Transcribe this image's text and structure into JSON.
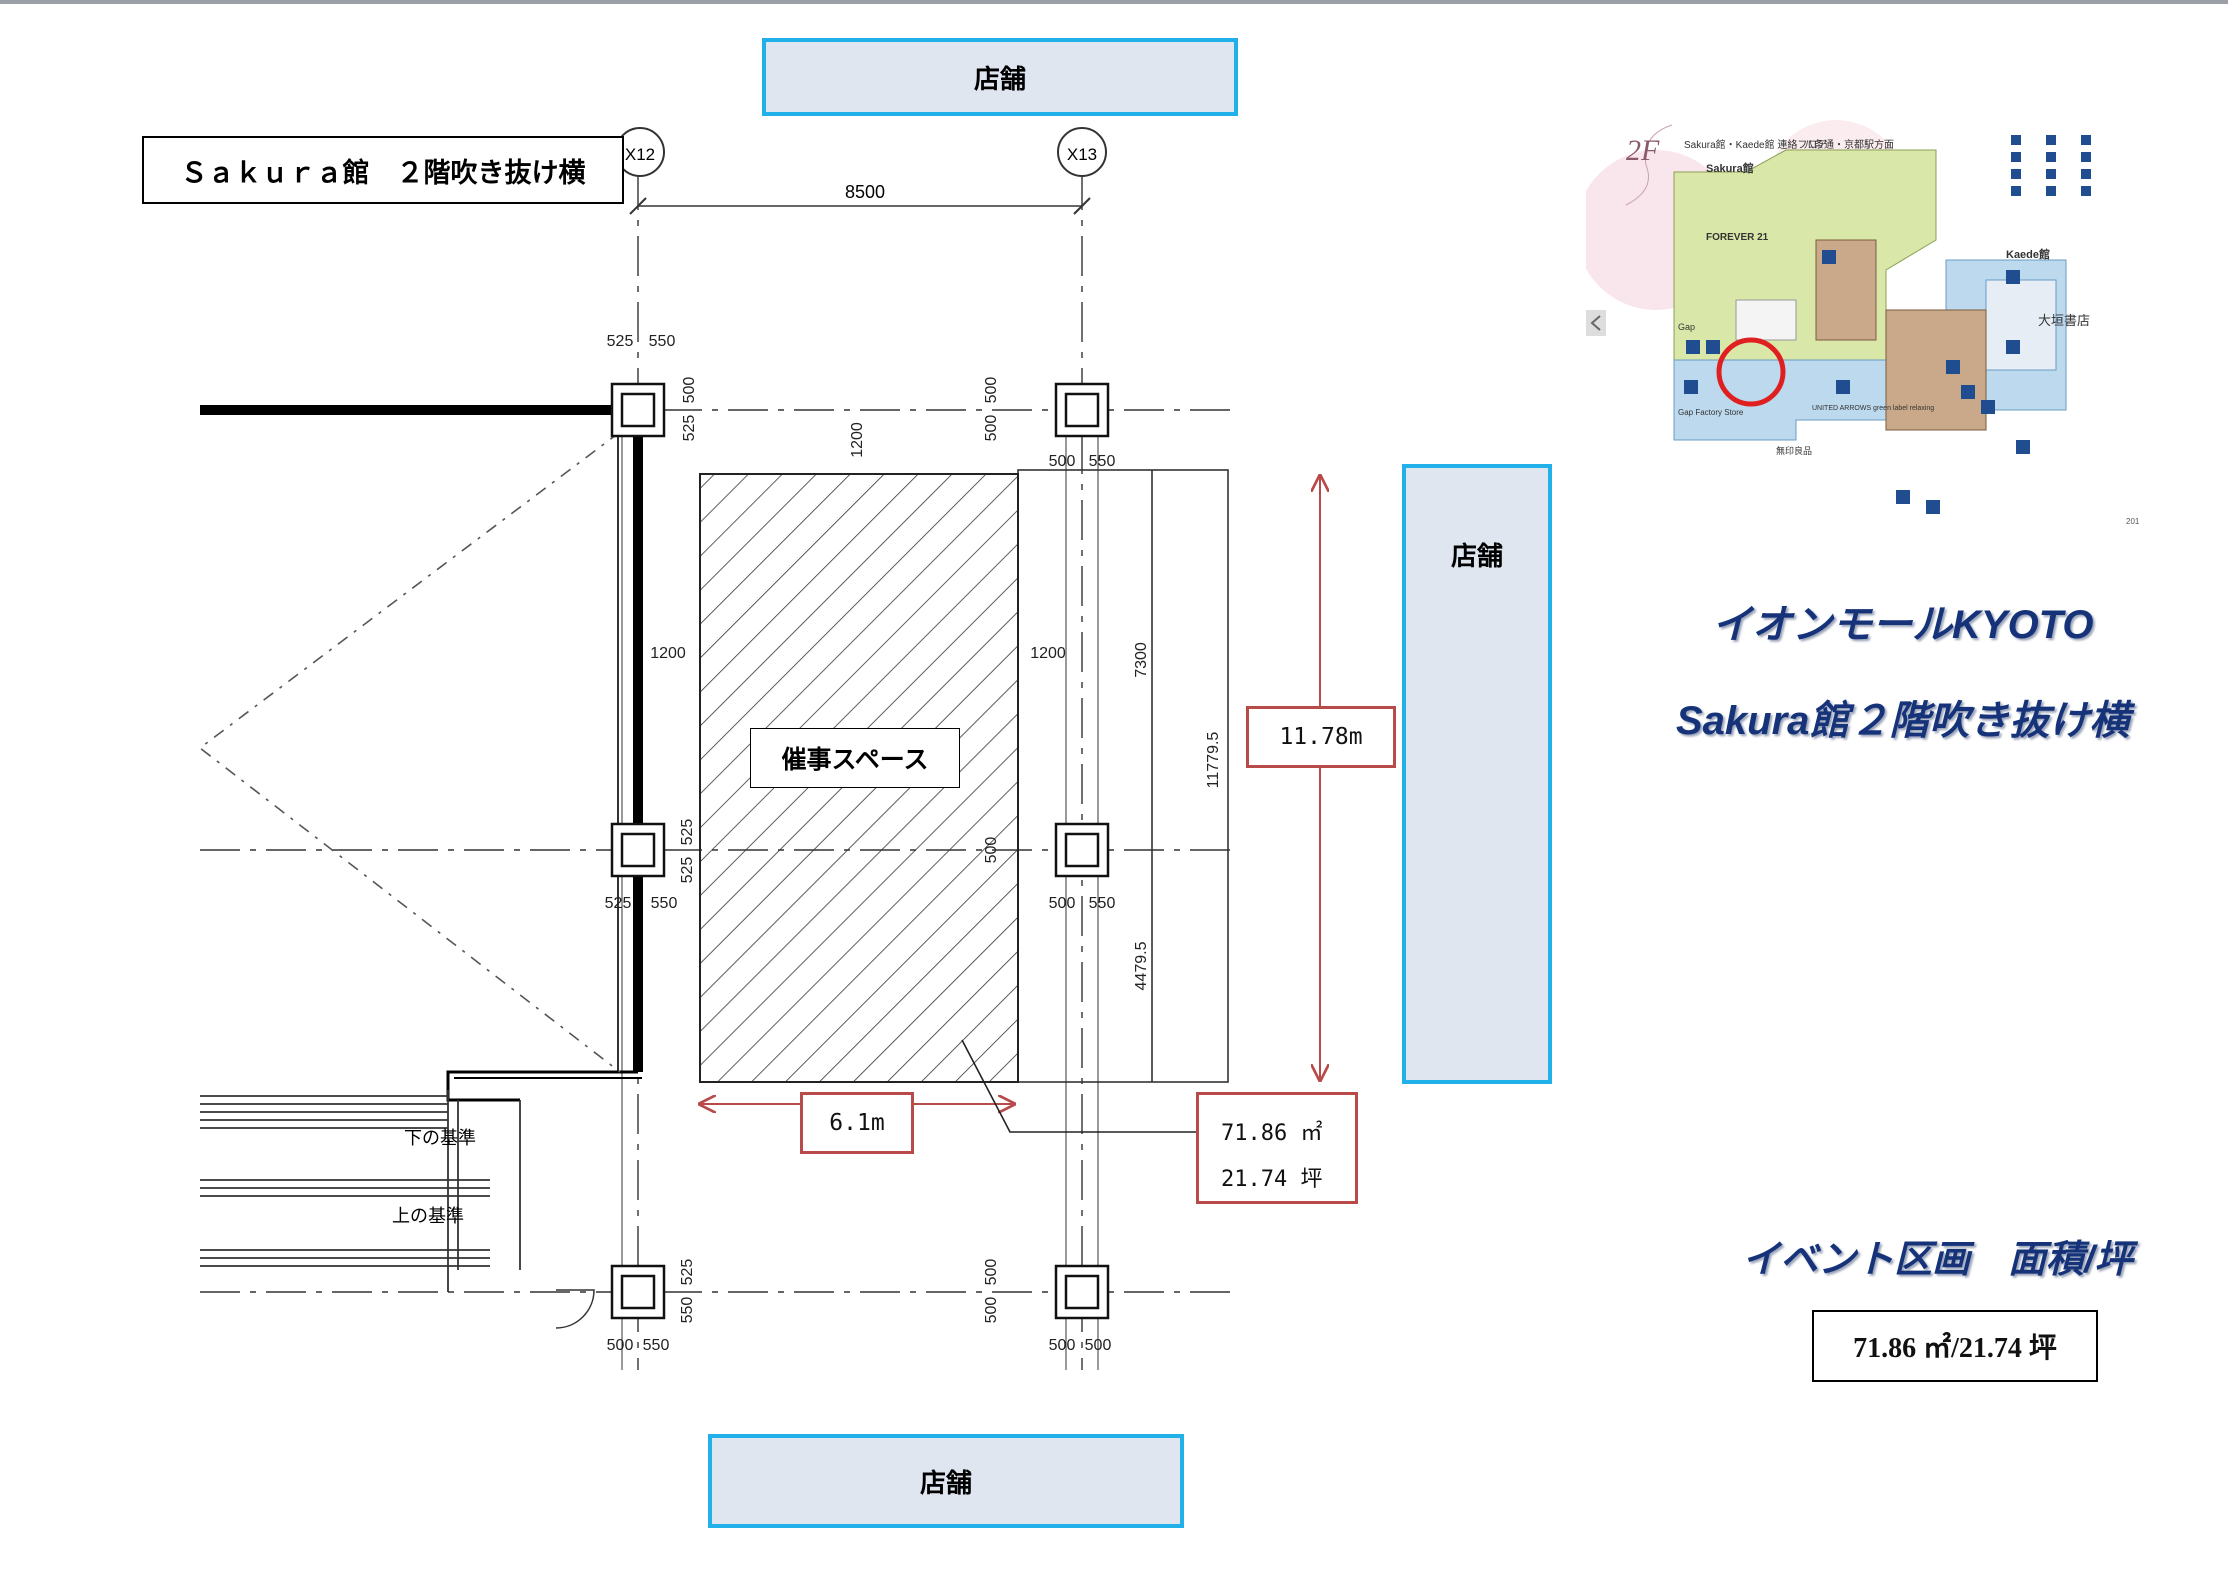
{
  "shops": {
    "top": "店舗",
    "right": "店舗",
    "bottom": "店舗"
  },
  "plan": {
    "title": "Ｓａｋｕｒａ館　２階吹き抜け横",
    "grid_x12": "X12",
    "grid_x13": "X13",
    "dims": {
      "span": "8500",
      "c1a": "525",
      "c1b": "550",
      "c1v1": "500",
      "c1v2": "525",
      "c2v1": "500",
      "c2v2": "500",
      "c2a": "500",
      "c2b": "550",
      "gap_top": "1200",
      "gap_left": "1200",
      "gap_right": "1200",
      "inner_h": "7300",
      "total_h": "11779.5",
      "c3a": "525",
      "c3b": "550",
      "c3v1": "525",
      "c3v2": "525",
      "c4v": "500",
      "c4a": "500",
      "c4b": "550",
      "lower_h": "4479.5",
      "c5v1": "525",
      "c5v2": "550",
      "c5a": "500",
      "c5b": "550",
      "c6v1": "500",
      "c6v2": "500",
      "c6a": "500",
      "c6b": "500"
    },
    "stairs_down": "下の基準",
    "stairs_up": "上の基準",
    "event_label": "催事スペース",
    "height_measure": "11.78m",
    "width_measure": "6.1m",
    "area_m2": "71.86 ㎡",
    "area_tsubo": "21.74 坪"
  },
  "right_panel": {
    "mall_name": "イオンモールKYOTO",
    "location": "Sakura館２階吹き抜け横",
    "area_heading": "イベント区画　面積/坪",
    "area_value": "71.86 ㎡/21.74 坪",
    "map": {
      "floor": "2F",
      "title": "Sakura館・Kaede館 連絡フロア",
      "station": "八条通・京都駅方面",
      "sakura": "Sakura館",
      "kaede": "Kaede館",
      "forever21": "FOREVER 21",
      "gap": "Gap",
      "gap_store": "Gap Factory Store",
      "unitedarrows": "UNITED ARROWS green label relaxing",
      "muji": "無印良品",
      "book": "大垣書店",
      "page": "201"
    }
  },
  "colors": {
    "shop_fill": "#dfe6ef",
    "shop_border": "#22b0e8",
    "measure_red": "#b84a4a",
    "title_blue": "#16337a",
    "marker_red": "#e02020"
  }
}
